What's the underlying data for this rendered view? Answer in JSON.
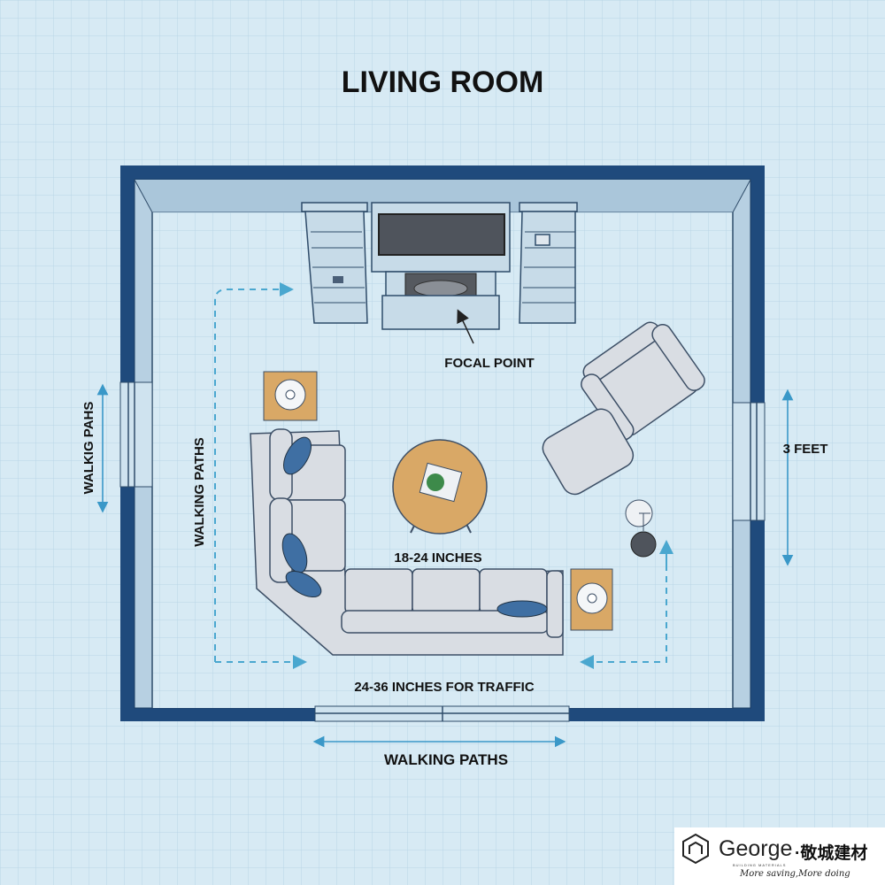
{
  "title": "LIVING ROOM",
  "labels": {
    "focal_point": "FOCAL POINT",
    "walking_paths_left": "WALKING PATHS",
    "walking_paths_window": "WALKIG PAHS",
    "three_feet": "3 FEET",
    "coffee_clearance": "18-24 INCHES",
    "traffic": "24-36 INCHES FOR TRAFFIC",
    "walking_paths_bottom": "WALKING PATHS"
  },
  "logo": {
    "brand": "George",
    "chinese": "·敬城建材",
    "sub": "BUILDING MATERIALS",
    "slogan": "More saving,More doing"
  },
  "colors": {
    "background": "#d7eaf4",
    "grid": "#b8d5e6",
    "wall": "#1f4a7c",
    "floor_band": "#b7d0e2",
    "wood": "#d9a866",
    "pillow": "#3f6fa3",
    "walking_path": "#4aa7cf"
  }
}
